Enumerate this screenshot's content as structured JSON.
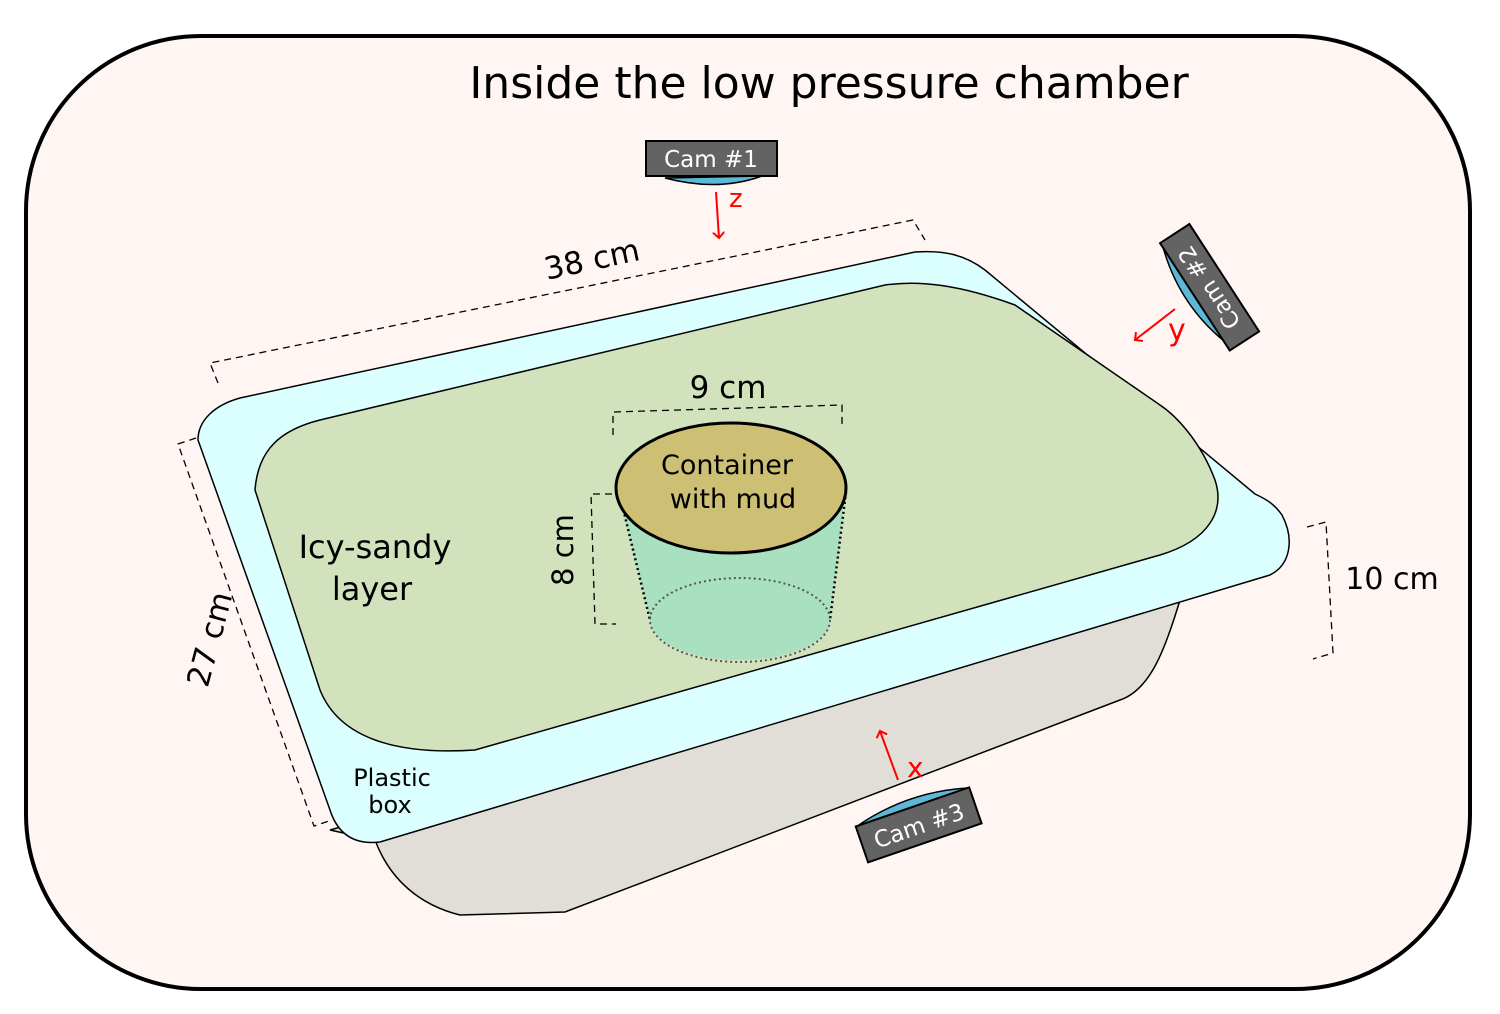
{
  "title": "Inside the low pressure chamber",
  "colors": {
    "chamber_bg": "#fff6f4",
    "chamber_border": "#000000",
    "plastic_box_rim": "#dbffff",
    "plastic_box_side": "#e0ded6",
    "icy_sandy_layer": "#d2e2bd",
    "container_top": "#cdc074",
    "container_side": "#a9e0bf",
    "camera_body": "#636363",
    "camera_lens": "#5cb8d6",
    "axis_arrow": "#ff0000"
  },
  "labels": {
    "icy_sandy_layer_line1": "Icy-sandy",
    "icy_sandy_layer_line2": "layer",
    "plastic_box_line1": "Plastic",
    "plastic_box_line2": "box",
    "container_line1": "Container",
    "container_line2": "with mud"
  },
  "dimensions": {
    "box_length": "38 cm",
    "box_width": "27 cm",
    "box_height": "10 cm",
    "container_diameter": "9 cm",
    "container_height": "8 cm"
  },
  "cameras": [
    {
      "label": "Cam #1",
      "axis": "z"
    },
    {
      "label": "Cam #2",
      "axis": "y"
    },
    {
      "label": "Cam #3",
      "axis": "x"
    }
  ]
}
